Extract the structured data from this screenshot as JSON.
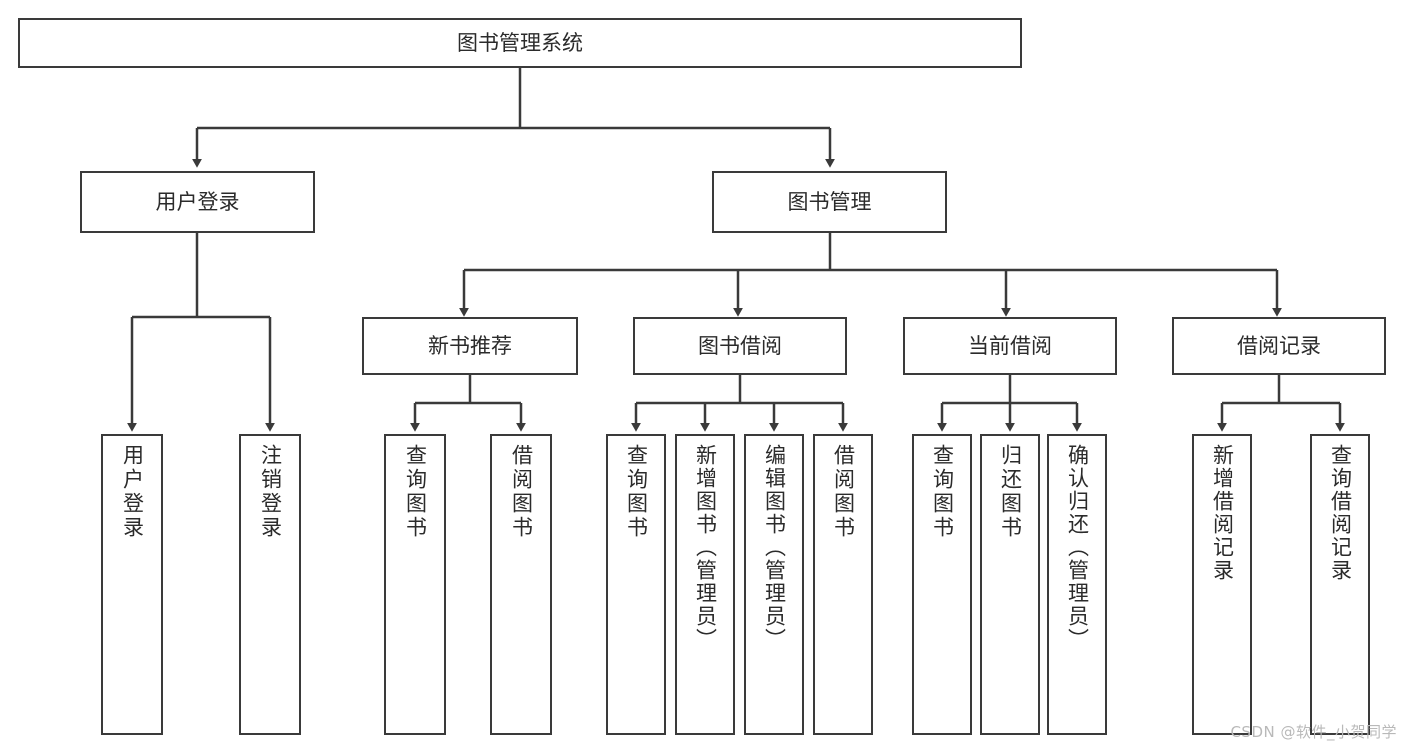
{
  "diagram": {
    "type": "tree-hierarchy",
    "title": "图书管理系统",
    "root": {
      "id": "root",
      "label": "图书管理系统"
    },
    "level2": [
      {
        "id": "user-login",
        "label": "用户登录"
      },
      {
        "id": "book-manage",
        "label": "图书管理"
      }
    ],
    "level3": [
      {
        "id": "new-book-rec",
        "label": "新书推荐",
        "parent": "book-manage"
      },
      {
        "id": "book-borrow",
        "label": "图书借阅",
        "parent": "book-manage"
      },
      {
        "id": "current-borrow",
        "label": "当前借阅",
        "parent": "book-manage"
      },
      {
        "id": "borrow-record",
        "label": "借阅记录",
        "parent": "book-manage"
      }
    ],
    "leaves": [
      {
        "id": "leaf-user-login",
        "label": "用户登录",
        "parent": "user-login"
      },
      {
        "id": "leaf-logout",
        "label": "注销登录",
        "parent": "user-login"
      },
      {
        "id": "leaf-query-book-1",
        "label": "查询图书",
        "parent": "new-book-rec"
      },
      {
        "id": "leaf-borrow-book-1",
        "label": "借阅图书",
        "parent": "new-book-rec"
      },
      {
        "id": "leaf-query-book-2",
        "label": "查询图书",
        "parent": "book-borrow"
      },
      {
        "id": "leaf-add-book",
        "label": "新增图书（管理员）",
        "parent": "book-borrow"
      },
      {
        "id": "leaf-edit-book",
        "label": "编辑图书（管理员）",
        "parent": "book-borrow"
      },
      {
        "id": "leaf-borrow-book-2",
        "label": "借阅图书",
        "parent": "book-borrow"
      },
      {
        "id": "leaf-query-book-3",
        "label": "查询图书",
        "parent": "current-borrow"
      },
      {
        "id": "leaf-return-book",
        "label": "归还图书",
        "parent": "current-borrow"
      },
      {
        "id": "leaf-confirm-return",
        "label": "确认归还（管理员）",
        "parent": "current-borrow"
      },
      {
        "id": "leaf-add-record",
        "label": "新增借阅记录",
        "parent": "borrow-record"
      },
      {
        "id": "leaf-query-record",
        "label": "查询借阅记录",
        "parent": "borrow-record"
      }
    ]
  },
  "watermark": {
    "text": "CSDN @软件_小贺同学"
  },
  "colors": {
    "box_border": "#3a3a3a",
    "box_fill": "#ffffff",
    "text": "#2b2b2b",
    "connector": "#3a3a3a",
    "watermark": "#b9b9b9",
    "page_background": "#ffffff"
  }
}
